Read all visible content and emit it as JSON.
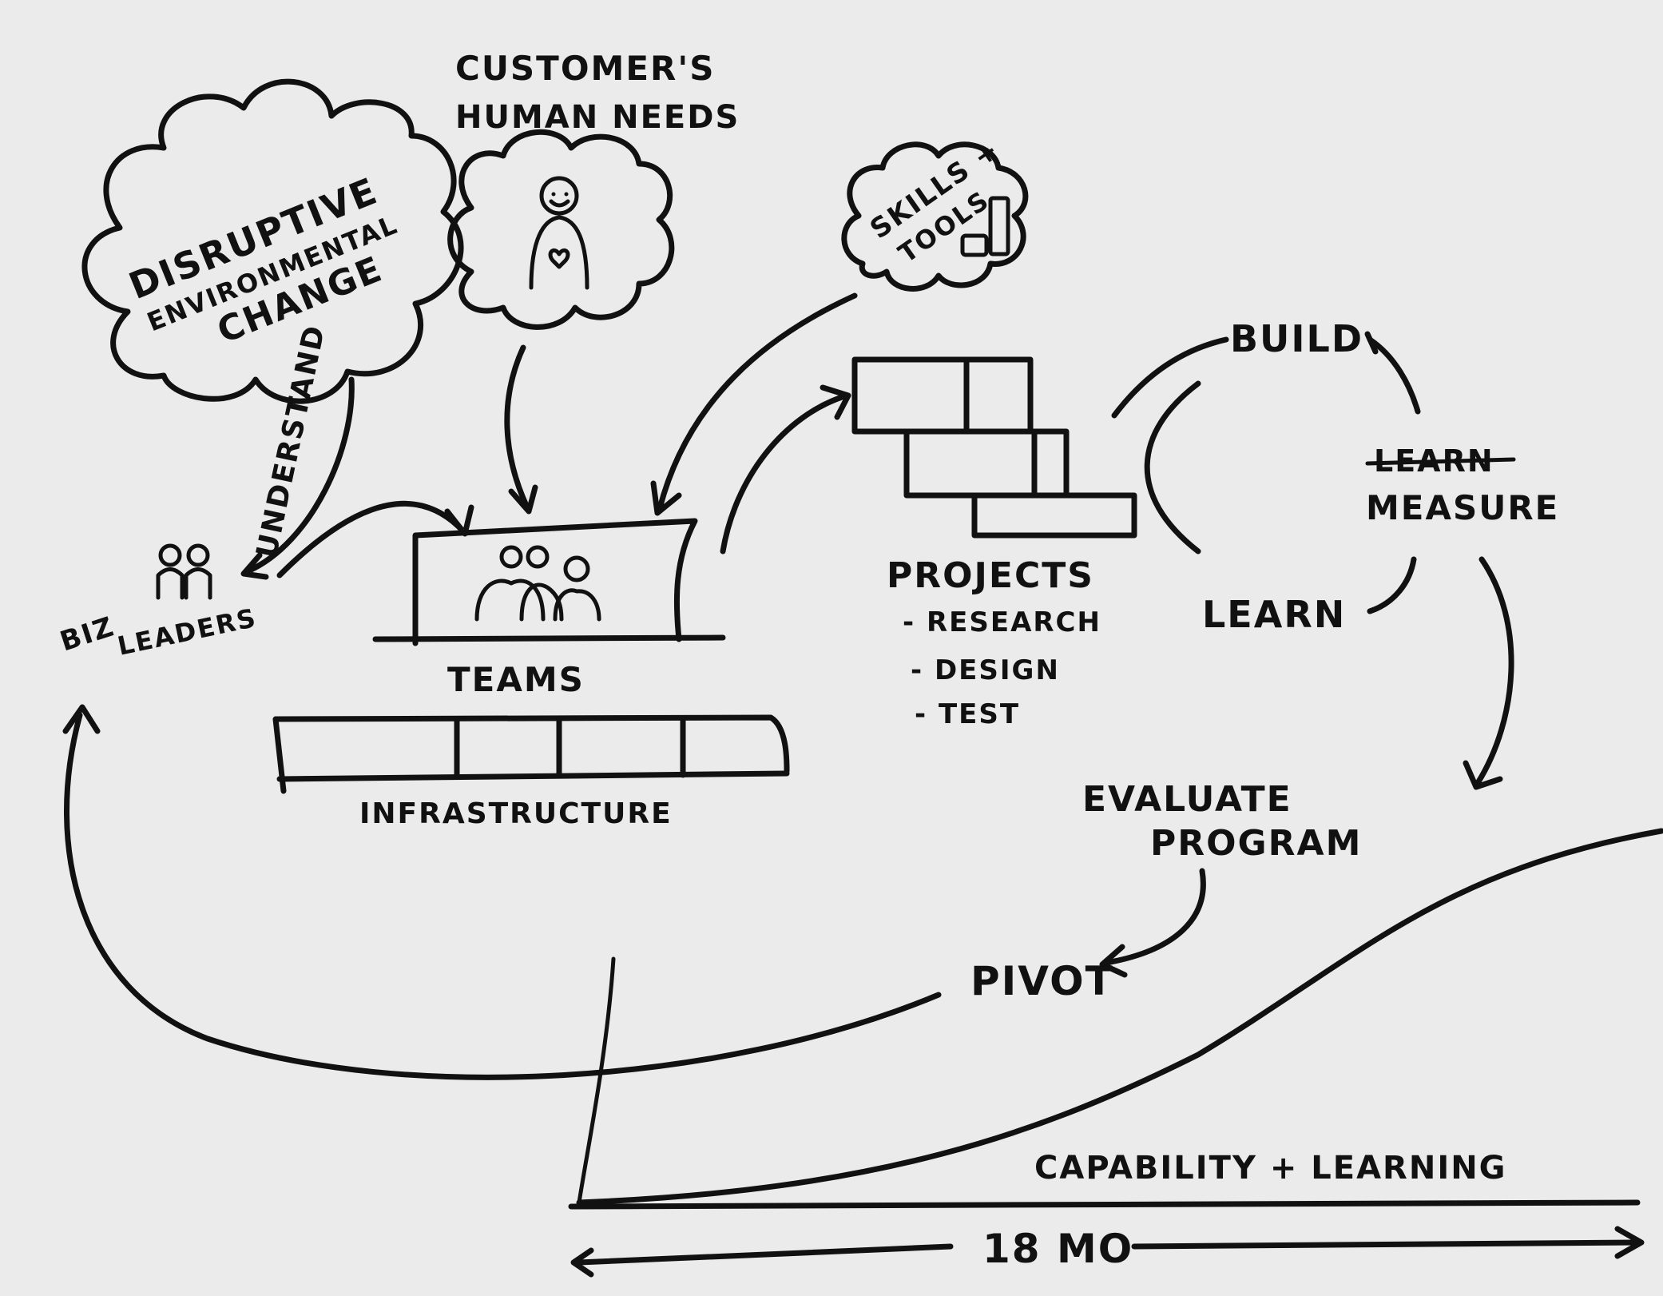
{
  "clouds": {
    "disruption": {
      "line1": "DISRUPTIVE",
      "line2": "ENVIRONMENTAL",
      "line3": "CHANGE"
    },
    "customer_title": {
      "line1": "CUSTOMER'S",
      "line2": "HUMAN NEEDS"
    },
    "skills": {
      "line1": "SKILLS +",
      "line2": "TOOLS"
    }
  },
  "arrows": {
    "understand": "UNDERSTAND"
  },
  "biz_leaders": {
    "line1": "BIZ",
    "line2": "LEADERS"
  },
  "teams": {
    "label": "TEAMS"
  },
  "infrastructure": {
    "label": "INFRASTRUCTURE"
  },
  "projects": {
    "label": "PROJECTS",
    "items": [
      "- RESEARCH",
      "- DESIGN",
      "- TEST"
    ]
  },
  "cycle": {
    "build": "BUILD",
    "struck": "LEARN",
    "measure": "MEASURE",
    "learn": "LEARN"
  },
  "evaluate": {
    "line1": "EVALUATE",
    "line2": "PROGRAM"
  },
  "pivot": {
    "label": "PIVOT"
  },
  "curve": {
    "label": "CAPABILITY + LEARNING"
  },
  "timeline": {
    "label": "18 MO"
  },
  "colors": {
    "paper": "#ebebeb",
    "ink": "#111111"
  }
}
